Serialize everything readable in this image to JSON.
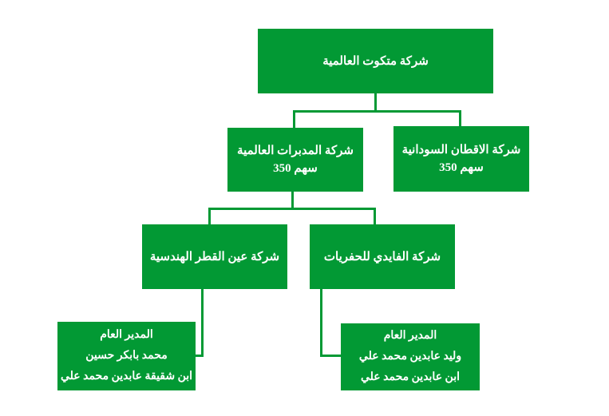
{
  "chart": {
    "type": "org-chart",
    "background_color": "#ffffff",
    "node_fill_color": "#029934",
    "node_text_color": "#ffffff",
    "connector_color": "#029934",
    "nodes": {
      "root": {
        "title": "شركة متكوت العالمية"
      },
      "l2_left": {
        "title": "شركة المدبرات العالمية",
        "shares": "350 سهم"
      },
      "l2_right": {
        "title": "شركة الاقطان السودانية",
        "shares": "350 سهم"
      },
      "l3_left": {
        "title": "شركة عين القطر الهندسية"
      },
      "l3_right": {
        "title": "شركة الفايدي للحفريات"
      },
      "manager_left": {
        "line1": "المدير العام",
        "line2": "محمد بابكر حسين",
        "line3": "ابن شقيقة عابدين محمد علي"
      },
      "manager_right": {
        "line1": "المدير العام",
        "line2": "وليد عابدين محمد علي",
        "line3": "ابن عابدين محمد علي"
      }
    },
    "edges": [
      "root -> l2_left",
      "root -> l2_right",
      "l2_left -> l3_left",
      "l2_left -> l3_right",
      "l3_left -> manager_left",
      "l3_right -> manager_right"
    ]
  }
}
